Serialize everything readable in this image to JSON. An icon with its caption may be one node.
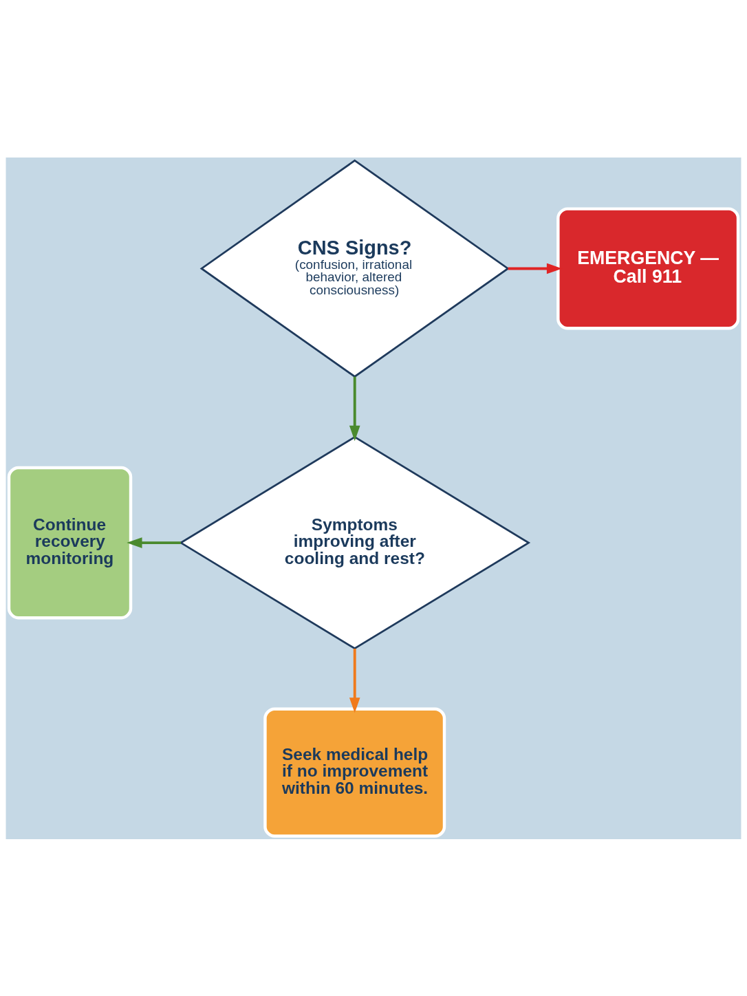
{
  "diagram": {
    "nodes": [
      {
        "text": [
          "CNS Signs?",
          "(confusion, irrational behavior, altered consciousness)"
        ]
      },
      {
        "text": [
          "EMERGENCY — Call 911"
        ]
      },
      {
        "text": [
          "Symptoms improving after cooling and rest?"
        ]
      },
      {
        "text": [
          "Continue recovery monitoring"
        ]
      },
      {
        "text": [
          "Seek medical help if no improvement within 60 minutes."
        ]
      }
    ],
    "edges": [
      {
        "from": 0,
        "to": 1,
        "arrow": "to",
        "color": "#e02424"
      },
      {
        "from": 0,
        "to": 2,
        "arrow": "to"
      },
      {
        "from": 2,
        "to": 3,
        "arrow": "to"
      },
      {
        "from": 2,
        "to": 4,
        "arrow": "to",
        "color": "#f07a1c"
      }
    ]
  }
}
